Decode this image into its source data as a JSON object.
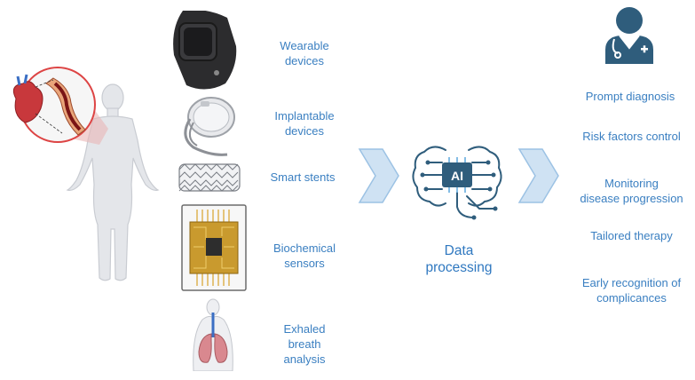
{
  "devices": [
    {
      "id": "wearable",
      "line1": "Wearable",
      "line2": "devices",
      "line3": ""
    },
    {
      "id": "implantable",
      "line1": "Implantable",
      "line2": "devices",
      "line3": ""
    },
    {
      "id": "stents",
      "line1": "Smart stents",
      "line2": "",
      "line3": ""
    },
    {
      "id": "biochem",
      "line1": "Biochemical",
      "line2": "sensors",
      "line3": ""
    },
    {
      "id": "breath",
      "line1": "Exhaled",
      "line2": "breath",
      "line3": "analysis"
    }
  ],
  "processing": {
    "ai_label": "AI",
    "line1": "Data",
    "line2": "processing"
  },
  "outcomes": [
    {
      "line1": "Prompt diagnosis",
      "line2": ""
    },
    {
      "line1": "Risk factors control",
      "line2": ""
    },
    {
      "line1": "Monitoring",
      "line2": "disease progression"
    },
    {
      "line1": "Tailored therapy",
      "line2": ""
    },
    {
      "line1": "Early recognition of",
      "line2": "complicances"
    }
  ],
  "colors": {
    "accent": "#3a7fc1",
    "chevron": "#c9def0",
    "chevron_stroke": "#8fb8de",
    "doctor": "#2f5d7c",
    "skin": "#e6e7ea"
  }
}
